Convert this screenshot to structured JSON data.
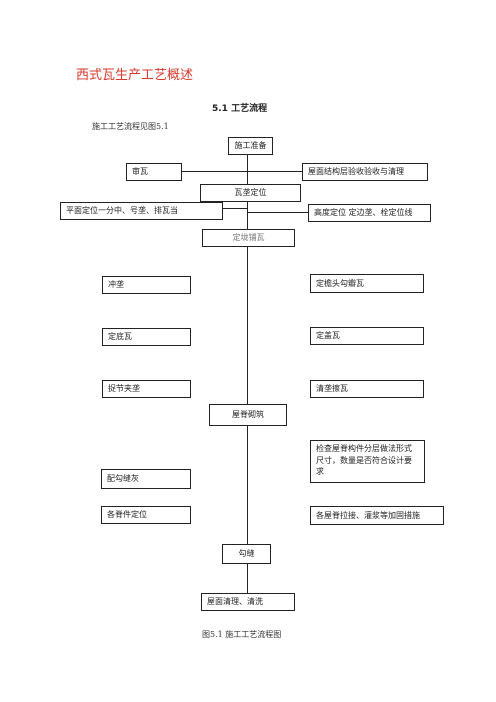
{
  "title": "西式瓦生产工艺概述",
  "section_heading": "5.1   工艺流程",
  "intro": "施工工艺流程见图5.1",
  "caption": "图5.1   施工工艺流程图",
  "flow": {
    "prepare": "施工准备",
    "sort_tiles": "审瓦",
    "roof_check": "屋面结构层验收验收与清理",
    "positioning": "瓦垄定位",
    "plane_positioning": "平面定位一分中、号垄、排瓦当",
    "height_positioning": "高度定位  定边垄、栓定位线",
    "tile_laying": "定垅铺瓦",
    "ridge_clear": "冲垄",
    "eave_head": "定檐头勾瓣瓦",
    "bottom_tile": "定底瓦",
    "cover_tile": "定盖瓦",
    "joint_ridge": "捉节夹垄",
    "clean_ridge": "清垄擦瓦",
    "ridge_build": "屋脊砌筑",
    "check_ridge": "检查屋脊构件分层做法形式尺寸，数量是否符合设计要求",
    "mortar": "配勾缝灰",
    "ridge_parts": "各脊件定位",
    "reinforce": "各屋脊拉接、灌浆等加固措施",
    "pointing": "勾缝",
    "cleaning": "屋面清理、清洗"
  }
}
